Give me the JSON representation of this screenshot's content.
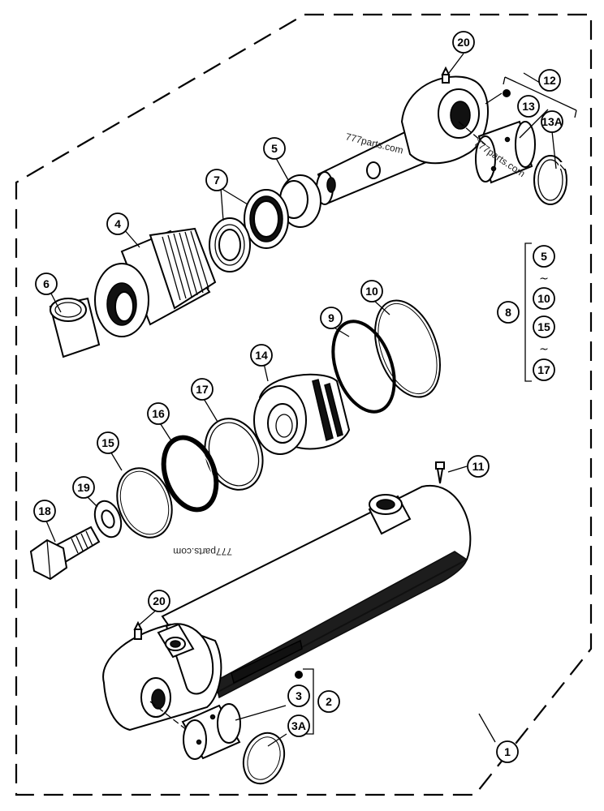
{
  "callouts": {
    "c1": "1",
    "c2": "2",
    "c3": "3",
    "c3a": "3A",
    "c4": "4",
    "c5a": "5",
    "c6": "6",
    "c7": "7",
    "c8": "8",
    "c9": "9",
    "c10": "10",
    "c11": "11",
    "c12": "12",
    "c13": "13",
    "c13a": "13A",
    "c14": "14",
    "c15": "15",
    "c16": "16",
    "c17": "17",
    "c18": "18",
    "c19": "19",
    "c20a": "20",
    "c20b": "20"
  },
  "kit_list": {
    "r1": "5",
    "r2": "10",
    "r3": "15",
    "r4": "17",
    "sep": "~"
  },
  "watermarks": {
    "w1": "777parts.com",
    "w2": "777parts.com",
    "w3": "777parts.com"
  }
}
